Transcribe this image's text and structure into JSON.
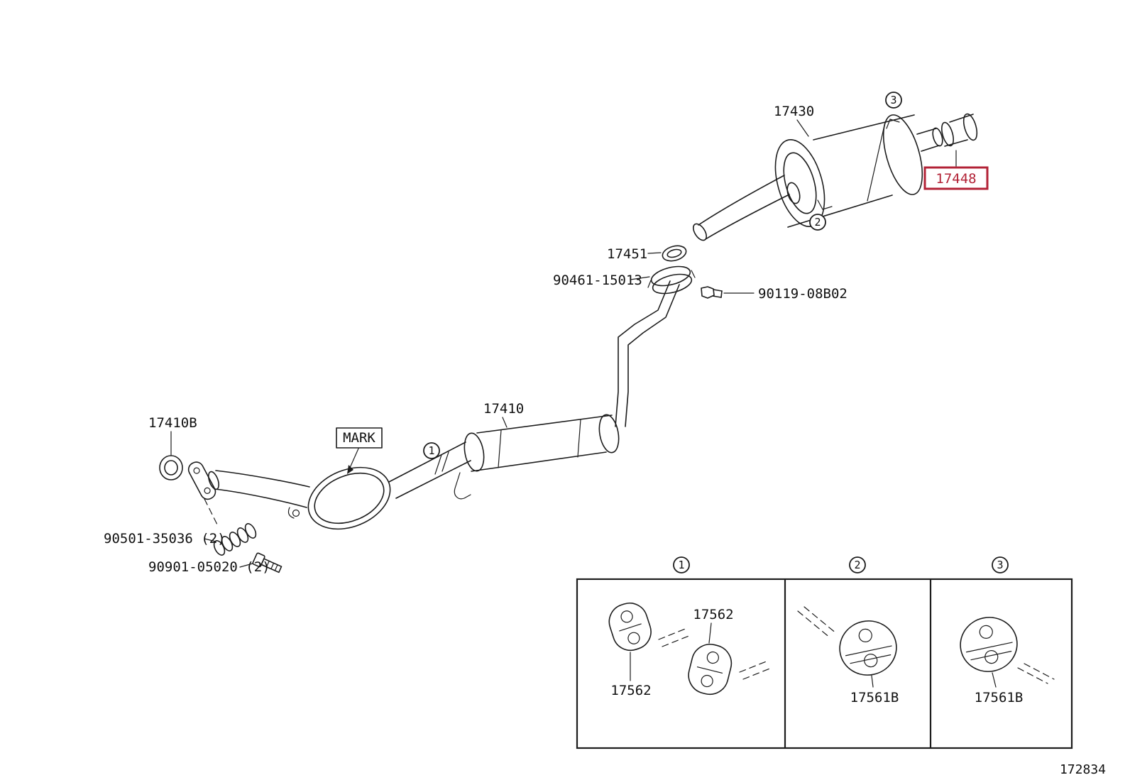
{
  "figure": {
    "number": "172834"
  },
  "highlight": {
    "color": "#b22236"
  },
  "parts": {
    "muffler": "17430",
    "tailpipe_tip": "17448",
    "gasket_rear": "17451",
    "clamp": "90461-15013",
    "clamp_bolt": "90119-08B02",
    "center_pipe": "17410",
    "front_gasket": "17410B",
    "mark": "MARK",
    "spring": "90501-35036 (2)",
    "front_bolt": "90901-05020 (2)"
  },
  "callouts": {
    "one": "1",
    "two": "2",
    "three": "3"
  },
  "legend": {
    "panels": [
      {
        "callout": "1",
        "labels": [
          "17562",
          "17562"
        ]
      },
      {
        "callout": "2",
        "labels": [
          "17561B"
        ]
      },
      {
        "callout": "3",
        "labels": [
          "17561B"
        ]
      }
    ]
  }
}
